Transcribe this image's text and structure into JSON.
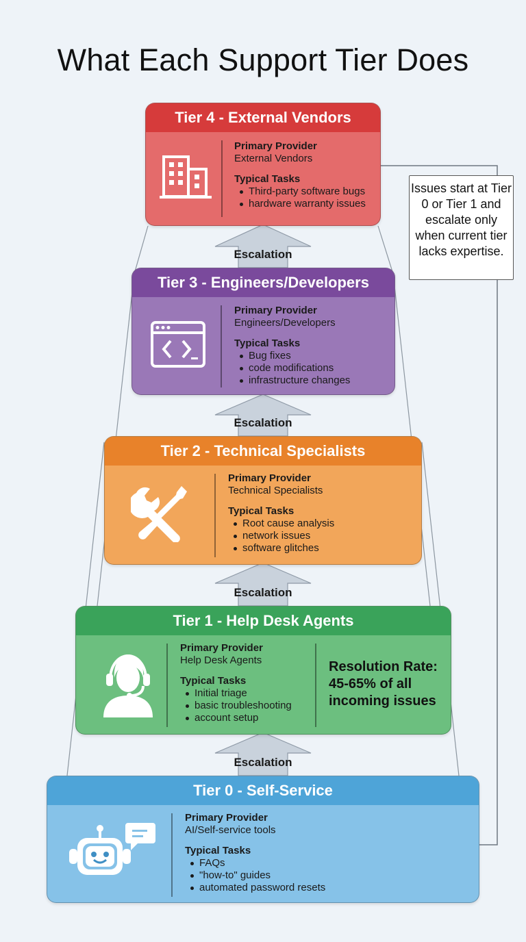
{
  "title": "What Each Support Tier Does",
  "colors": {
    "tier4_head": "#d63b3b",
    "tier4_body": "#e46b6b",
    "tier3_head": "#7a4a9c",
    "tier3_body": "#9a78b7",
    "tier2_head": "#e8822a",
    "tier2_body": "#f2a65a",
    "tier1_head": "#3aa35a",
    "tier1_body": "#6cbf7f",
    "tier0_head": "#4ea4d8",
    "tier0_body": "#86c2e8",
    "arrow": "#c9d2dc"
  },
  "escalation_label": "Escalation",
  "note": "Issues start at Tier 0 or Tier 1 and escalate only when current tier lacks expertise.",
  "tiers": {
    "tier4": {
      "title": "Tier 4 - External Vendors",
      "icon": "office-building-icon",
      "provider_label": "Primary Provider",
      "provider": "External Vendors",
      "tasks_label": "Typical Tasks",
      "tasks": [
        "Third-party software bugs",
        "hardware warranty issues"
      ]
    },
    "tier3": {
      "title": "Tier 3 - Engineers/Developers",
      "icon": "code-window-icon",
      "provider_label": "Primary Provider",
      "provider": "Engineers/Developers",
      "tasks_label": "Typical Tasks",
      "tasks": [
        "Bug fixes",
        "code modifications",
        "infrastructure changes"
      ]
    },
    "tier2": {
      "title": "Tier 2 - Technical Specialists",
      "icon": "wrench-screwdriver-icon",
      "provider_label": "Primary Provider",
      "provider": "Technical Specialists",
      "tasks_label": "Typical Tasks",
      "tasks": [
        "Root cause analysis",
        "network issues",
        "software glitches"
      ]
    },
    "tier1": {
      "title": "Tier 1 - Help Desk Agents",
      "icon": "headset-agent-icon",
      "provider_label": "Primary Provider",
      "provider": "Help Desk Agents",
      "tasks_label": "Typical Tasks",
      "tasks": [
        "Initial triage",
        "basic troubleshooting",
        "account setup"
      ],
      "resolution_rate": "Resolution Rate: 45-65% of all incoming issues"
    },
    "tier0": {
      "title": "Tier 0 - Self-Service",
      "icon": "chatbot-icon",
      "provider_label": "Primary Provider",
      "provider": "AI/Self-service tools",
      "tasks_label": "Typical Tasks",
      "tasks": [
        "FAQs",
        "\"how-to\" guides",
        "automated password resets"
      ]
    }
  }
}
